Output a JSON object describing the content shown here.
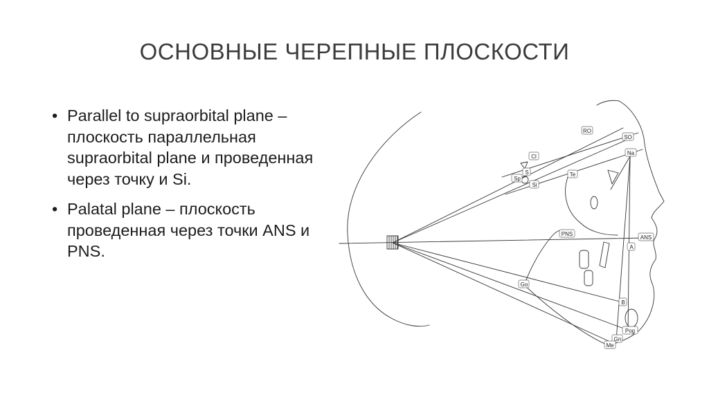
{
  "slide": {
    "title": "ОСНОВНЫЕ ЧЕРЕПНЫЕ ПЛОСКОСТИ",
    "bullets": [
      "Parallel to supraorbital plane – плоскость параллельная supraorbital plane и проведенная через точку и Si.",
      "Palatal plane – плоскость проведенная через точки ANS и PNS."
    ]
  },
  "diagram": {
    "landmarks": {
      "RO": "RO",
      "SO": "SO",
      "Na": "Na",
      "Cl": "Cl",
      "Sp": "Sp",
      "S": "S",
      "Si": "Si",
      "Te": "Te",
      "PNS": "PNS",
      "ANS": "ANS",
      "A": "A",
      "Go": "Go",
      "B": "B",
      "Pog": "Pog",
      "Gn": "Gn",
      "Me": "Me"
    }
  }
}
